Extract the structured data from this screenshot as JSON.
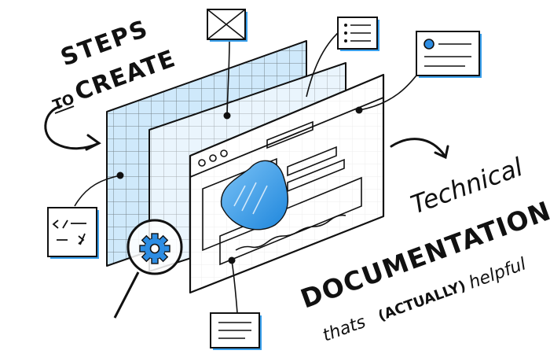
{
  "headline": {
    "line1": "STEPS",
    "line2_prefix": "TO",
    "line2_rest": "CREATE"
  },
  "subject": {
    "technical": "Technical",
    "documentation": "DOCUMENTATION",
    "tagline_start": "thats",
    "tagline_mid": "(ACTUALLY)",
    "tagline_end": "helpful"
  },
  "colors": {
    "accent": "#3aa0ec",
    "grid_fill": "#cfe9fb",
    "ink": "#111111"
  },
  "icons": [
    "code-card-icon",
    "placeholder-image-card-icon",
    "bullet-list-card-icon",
    "profile-card-icon",
    "text-lines-card-icon",
    "gear-icon",
    "magnifying-glass-icon",
    "cloud-blob-icon"
  ]
}
